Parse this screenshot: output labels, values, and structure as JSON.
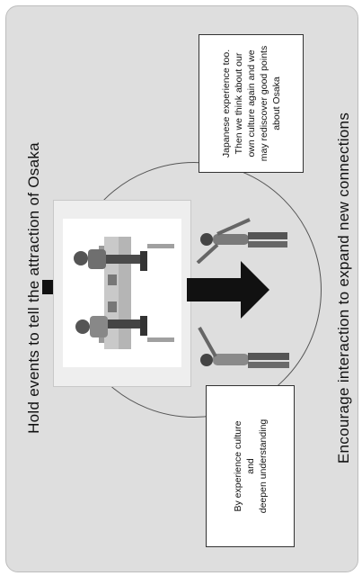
{
  "diagram": {
    "left_title": "Hold events to tell the attraction of Osaka",
    "right_title": "Encourage interaction to expand new connections",
    "top_box_lines": [
      "Japanese experience too.",
      "Then we think about our",
      "own culture again and we",
      "may rediscover good points",
      "about Osaka"
    ],
    "bottom_box_lines": [
      "By experience culture",
      "and",
      "deepen understanding"
    ]
  }
}
